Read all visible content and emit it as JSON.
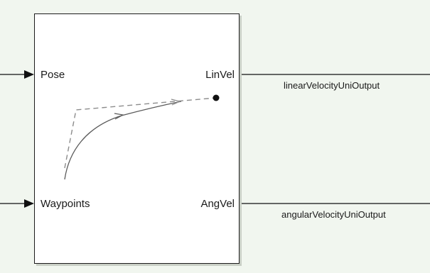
{
  "block": {
    "inputs": [
      {
        "label": "Pose"
      },
      {
        "label": "Waypoints"
      }
    ],
    "outputs": [
      {
        "label": "LinVel",
        "signal": "linearVelocityUniOutput"
      },
      {
        "label": "AngVel",
        "signal": "angularVelocityUniOutput"
      }
    ],
    "icon": "pure-pursuit-path-icon"
  },
  "colors": {
    "background": "#f1f6ef",
    "block_fill": "#ffffff",
    "line": "#111111",
    "path_gray": "#8c8c8c"
  }
}
